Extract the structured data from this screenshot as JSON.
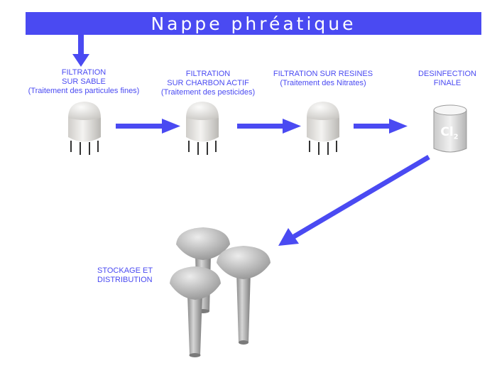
{
  "title": "Nappe phréatique",
  "steps": [
    {
      "line1": "FILTRATION",
      "line2": "SUR SABLE",
      "line3": "(Traitement des particules fines)"
    },
    {
      "line1": "FILTRATION",
      "line2": "SUR CHARBON ACTIF",
      "line3": "(Traitement des pesticides)"
    },
    {
      "line1": "FILTRATION SUR RESINES",
      "line2": "(Traitement des Nitrates)"
    },
    {
      "line1": "DESINFECTION",
      "line2": "FINALE"
    }
  ],
  "chlorine": {
    "symbol": "Cl",
    "subscript": "2"
  },
  "storage": {
    "line1": "STOCKAGE ET",
    "line2": "DISTRIBUTION"
  },
  "colors": {
    "accent": "#4a4af2",
    "arrow": "#4a4af2",
    "tank": "#e4e2de",
    "tower": "#a8a8a8"
  }
}
